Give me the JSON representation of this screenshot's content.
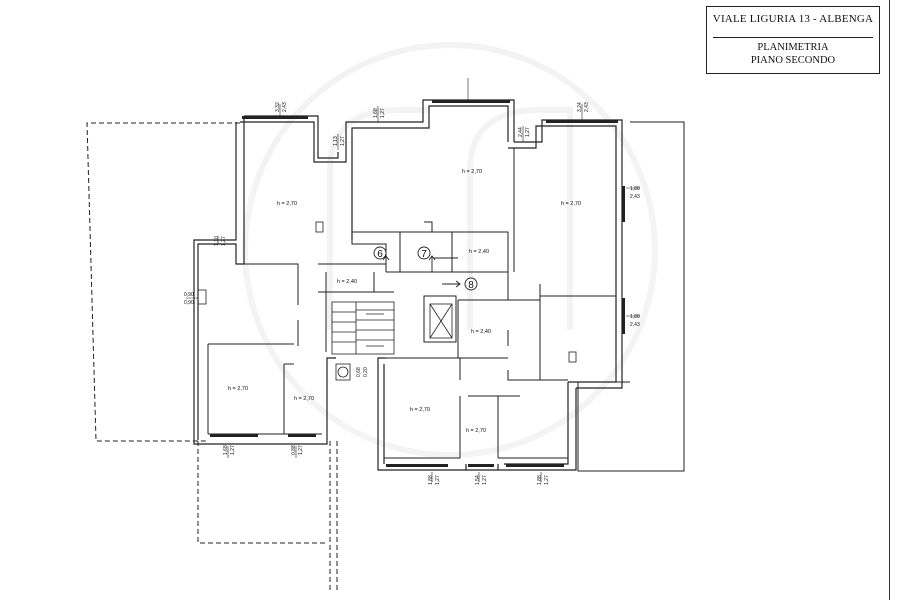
{
  "title_block": {
    "address": "VIALE LIGURIA 13 - ALBENGA",
    "drawing_type": "PLANIMETRIA",
    "floor": "PIANO SECONDO"
  },
  "room_heights": [
    {
      "id": "h1",
      "label": "h = 2,70"
    },
    {
      "id": "h2",
      "label": "h = 2,70"
    },
    {
      "id": "h3",
      "label": "h = 2,70"
    },
    {
      "id": "h4",
      "label": "h = 2,40"
    },
    {
      "id": "h5",
      "label": "h = 2,40"
    },
    {
      "id": "h6",
      "label": "h = 2,40"
    },
    {
      "id": "h7",
      "label": "h = 2,70"
    },
    {
      "id": "h8",
      "label": "h = 2,70"
    },
    {
      "id": "h9",
      "label": "h = 2,70"
    },
    {
      "id": "h10",
      "label": "h = 2,70"
    }
  ],
  "window_dims": [
    {
      "id": "w1",
      "top": "3,32",
      "bottom": "2,43"
    },
    {
      "id": "w2",
      "top": "1,13",
      "bottom": "1,27"
    },
    {
      "id": "w3",
      "top": "1,68",
      "bottom": "1,27"
    },
    {
      "id": "w4",
      "top": "2,44",
      "bottom": "1,27"
    },
    {
      "id": "w5",
      "top": "3,24",
      "bottom": "2,43"
    },
    {
      "id": "w6",
      "top": "1,88",
      "bottom": "2,43"
    },
    {
      "id": "w7",
      "top": "1,88",
      "bottom": "2,43"
    },
    {
      "id": "w8",
      "top": "1,10",
      "bottom": "1,27"
    },
    {
      "id": "w9",
      "top": "0,90",
      "bottom": "0,90"
    },
    {
      "id": "w10",
      "top": "0,68",
      "bottom": "0,20"
    },
    {
      "id": "w11",
      "top": "1,68",
      "bottom": "1,27"
    },
    {
      "id": "w12",
      "top": "0,88",
      "bottom": "1,27"
    },
    {
      "id": "w13",
      "top": "1,88",
      "bottom": "1,27"
    },
    {
      "id": "w14",
      "top": "1,54",
      "bottom": "1,27"
    },
    {
      "id": "w15",
      "top": "1,88",
      "bottom": "1,27"
    }
  ],
  "markers": [
    {
      "id": "m6",
      "label": "6"
    },
    {
      "id": "m7",
      "label": "7"
    },
    {
      "id": "m8",
      "label": "8"
    }
  ]
}
